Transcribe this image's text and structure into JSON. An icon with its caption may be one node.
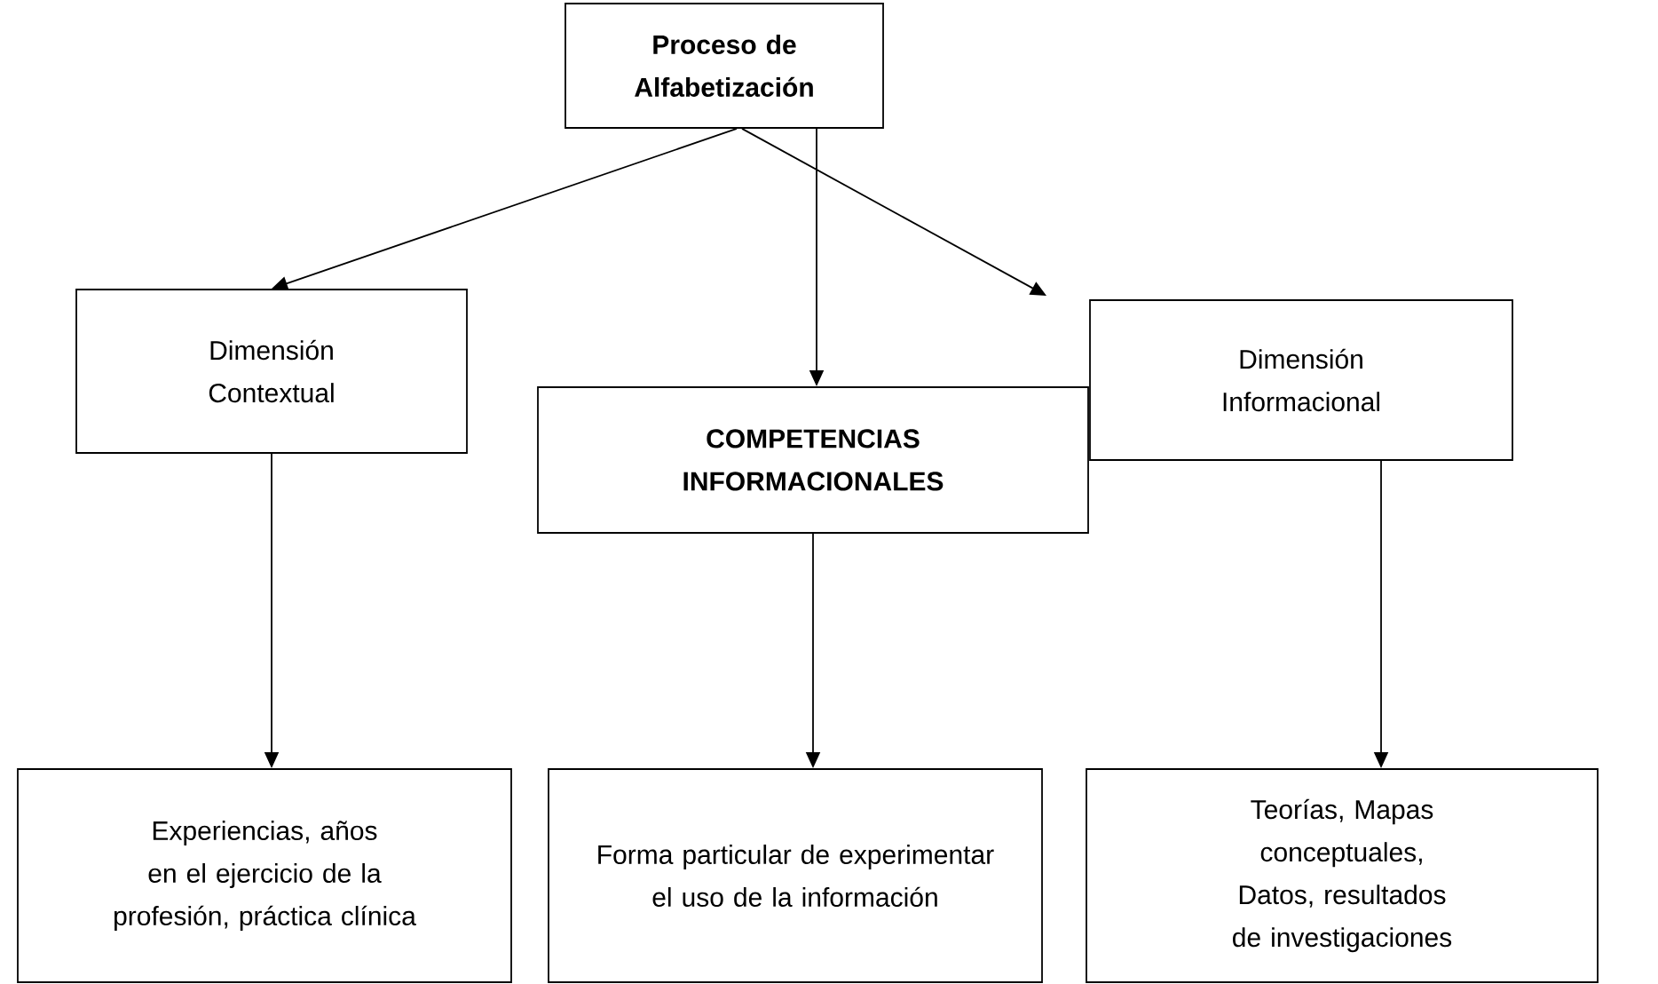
{
  "diagram": {
    "nodes": [
      {
        "text": [
          "Proceso de Alfabetización"
        ]
      },
      {
        "text": [
          "Dimensión Contextual"
        ]
      },
      {
        "text": [
          "COMPETENCIAS INFORMACIONALES"
        ]
      },
      {
        "text": [
          "Dimensión Informacional"
        ]
      },
      {
        "text": [
          "Experiencias, años en el ejercicio de la profesión, práctica clínica"
        ]
      },
      {
        "text": [
          "Forma particular de experimentar el uso de la información"
        ]
      },
      {
        "text": [
          "Teorías, Mapas conceptuales, Datos, resultados de investigaciones"
        ]
      }
    ],
    "edges": [
      {
        "from": 0,
        "to": 1,
        "arrow": "to"
      },
      {
        "from": 0,
        "to": 2,
        "arrow": "to"
      },
      {
        "from": 0,
        "to": 3,
        "arrow": "to"
      },
      {
        "from": 1,
        "to": 4,
        "arrow": "to"
      },
      {
        "from": 2,
        "to": 5,
        "arrow": "to"
      },
      {
        "from": 3,
        "to": 6,
        "arrow": "to"
      }
    ]
  }
}
